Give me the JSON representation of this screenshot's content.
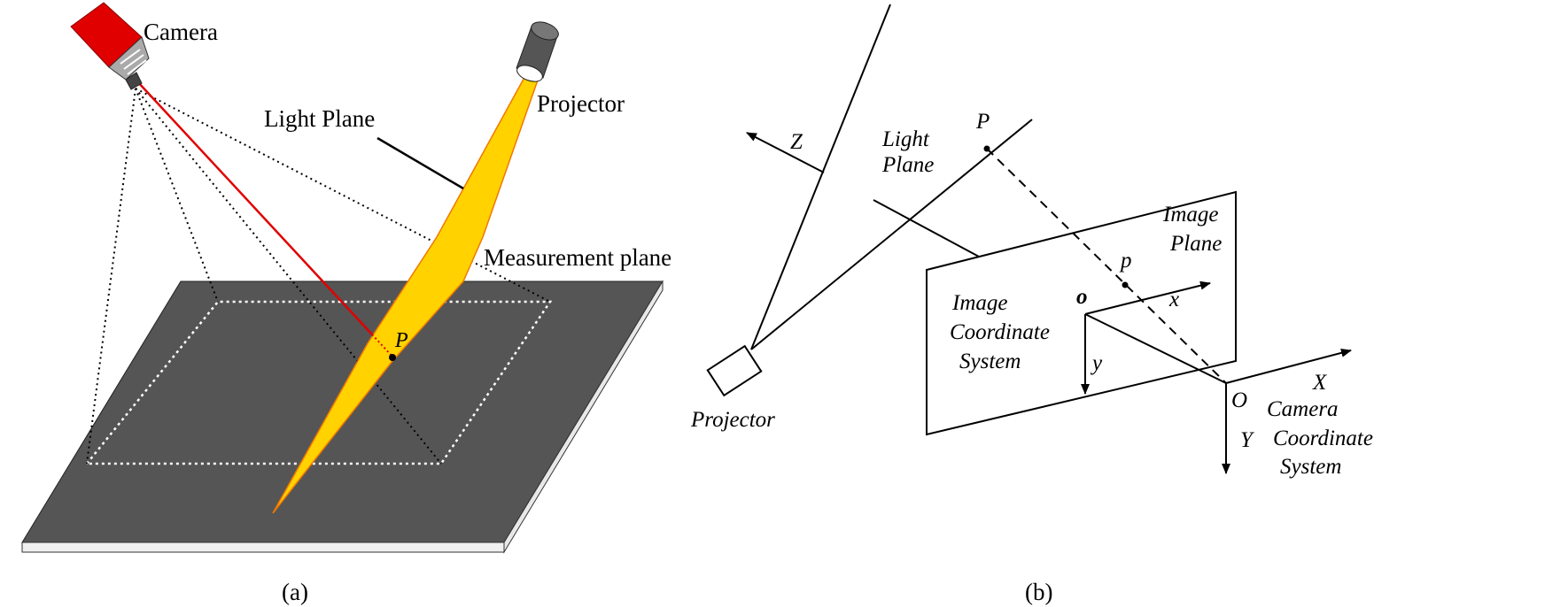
{
  "panel_a": {
    "caption": "(a)",
    "camera_label": "Camera",
    "projector_label": "Projector",
    "light_plane_label": "Light Plane",
    "measurement_plane_label": "Measurement plane",
    "point_label": "P",
    "colors": {
      "camera_body": "#e00000",
      "light_plane": "#ffd200",
      "light_plane_edge": "#f07800",
      "plane_fill": "#555555",
      "ray": "#e00000"
    }
  },
  "panel_b": {
    "caption": "(b)",
    "z_label": "Z",
    "projector_label": "Projector",
    "light_plane_label_1": "Light",
    "light_plane_label_2": "Plane",
    "point_P_label": "P",
    "image_plane_label_1": "Image",
    "image_plane_label_2": "Plane",
    "image_point_label": "p",
    "image_origin_label": "o",
    "image_x_label": "x",
    "image_y_label": "y",
    "image_coord_label_1": "Image",
    "image_coord_label_2": "Coordinate",
    "image_coord_label_3": "System",
    "camera_origin_label": "O",
    "camera_x_label": "X",
    "camera_y_label": "Y",
    "camera_coord_label_1": "Camera",
    "camera_coord_label_2": "Coordinate",
    "camera_coord_label_3": "System"
  }
}
